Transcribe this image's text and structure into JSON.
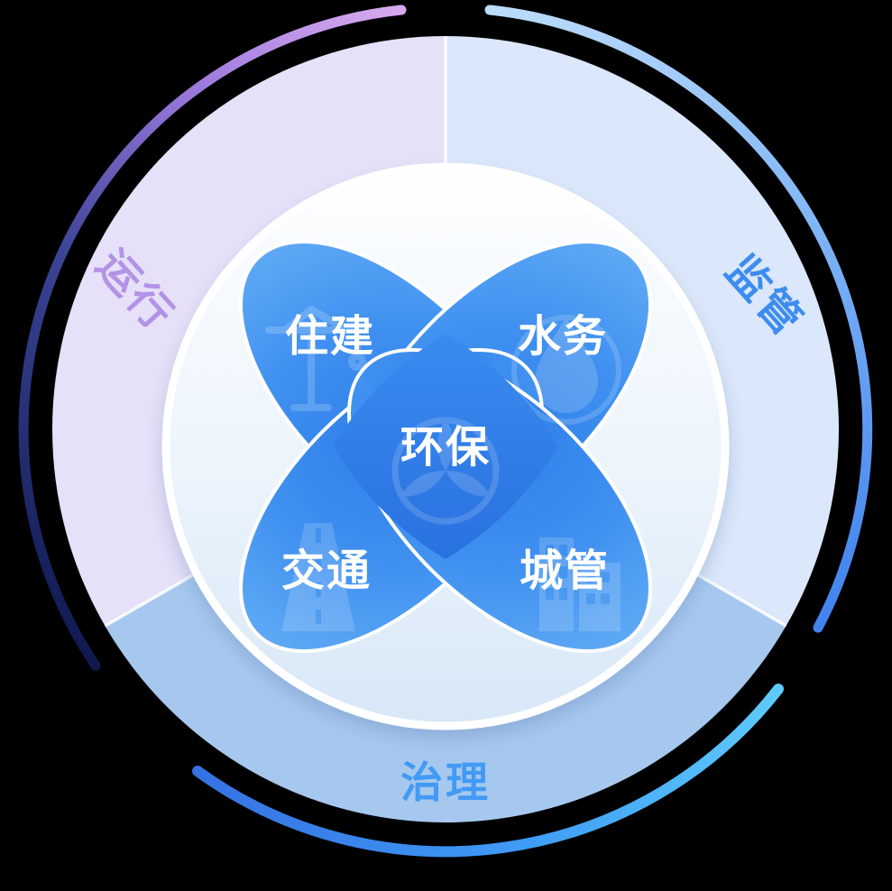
{
  "diagram": {
    "background": "#000000",
    "sectors": [
      {
        "id": "operation",
        "label": "运行",
        "fill": "#e6e0f8",
        "label_color": "#b293e6"
      },
      {
        "id": "supervision",
        "label": "监管",
        "fill": "#dbe7fa",
        "label_color": "#3d8cf0"
      },
      {
        "id": "governance",
        "label": "治理",
        "fill": "#a6c8ef",
        "label_color": "#429af4"
      }
    ],
    "petals": [
      {
        "id": "housing",
        "label": "住建",
        "icon": "crane-icon"
      },
      {
        "id": "water",
        "label": "水务",
        "icon": "water-drop-icon"
      },
      {
        "id": "transport",
        "label": "交通",
        "icon": "road-icon"
      },
      {
        "id": "city-mgmt",
        "label": "城管",
        "icon": "buildings-icon"
      }
    ],
    "center": {
      "label": "环保",
      "icon": "leaf-emblem-icon"
    },
    "colors": {
      "petal_inner": "#2e7ee9",
      "petal_mid": "#3f90f0",
      "petal_outer": "#71b8f8",
      "petal_stroke": "#ffffff",
      "center_top": "#3a8bf0",
      "center_bottom": "#2a71e0",
      "inner_circle_top": "#fdfeff",
      "inner_circle_bottom": "#d7e7f7",
      "arc_left": [
        "#d7a9ee",
        "#9b79dd",
        "#3b4496",
        "#10194f"
      ],
      "arc_right": [
        "#bcdcfa",
        "#7fb4f5",
        "#4183ee"
      ],
      "arc_bottom": [
        "#3672e2",
        "#3f9df6",
        "#5ecbfa"
      ]
    }
  }
}
